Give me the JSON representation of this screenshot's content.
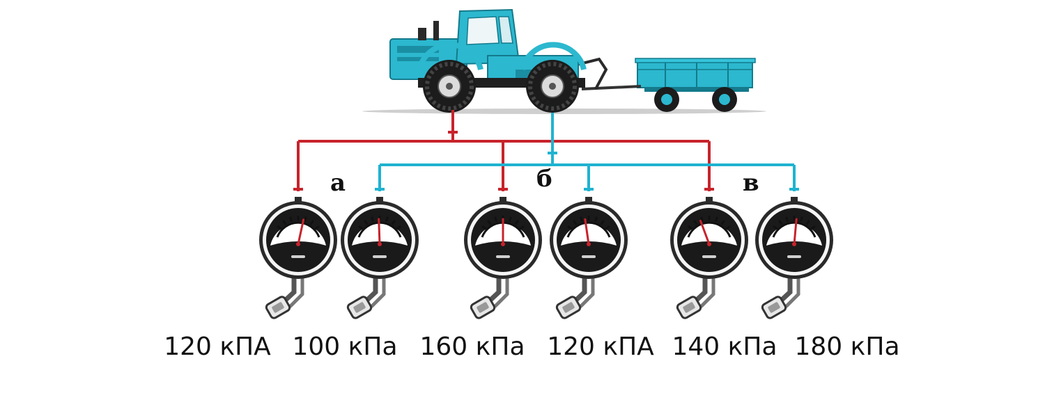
{
  "groups": [
    {
      "label": "а"
    },
    {
      "label": "б"
    },
    {
      "label": "в"
    }
  ],
  "readings": [
    "120 кПА",
    "100 кПа",
    "160 кПа",
    "120 кПА",
    "140 кПа",
    "180 кПа"
  ],
  "colors": {
    "rear_line": "#c8232c",
    "front_line": "#1fb3d0",
    "vehicle_body": "#2cb8cf",
    "tyre": "#1c1c1c",
    "gauge_face": "#1a1a1a"
  },
  "gauges": [
    {
      "line": "rear",
      "needle_fraction": 0.62
    },
    {
      "line": "front",
      "needle_fraction": 0.48
    },
    {
      "line": "rear",
      "needle_fraction": 0.5
    },
    {
      "line": "front",
      "needle_fraction": 0.42
    },
    {
      "line": "rear",
      "needle_fraction": 0.3
    },
    {
      "line": "front",
      "needle_fraction": 0.55
    }
  ]
}
